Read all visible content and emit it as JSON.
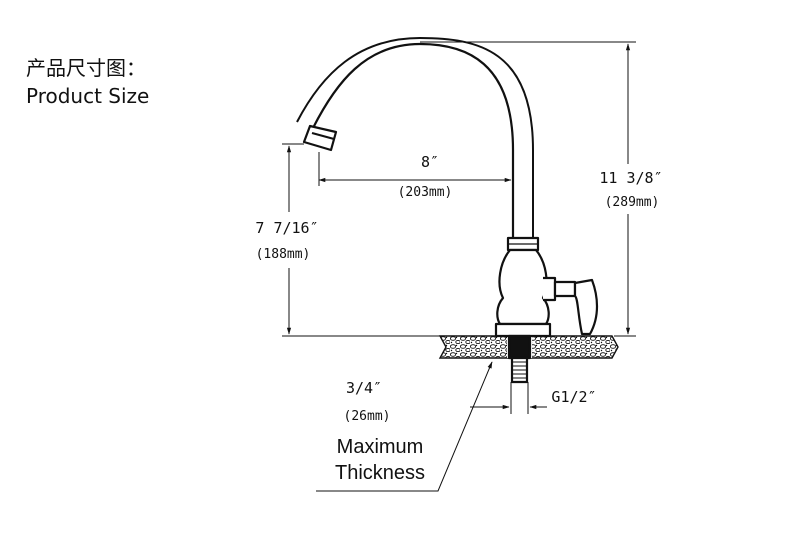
{
  "header": {
    "title_zh": "产品尺寸图：",
    "title_en": "Product Size"
  },
  "dimensions": {
    "spout_reach": {
      "inch": "8″",
      "mm": "(203mm)"
    },
    "total_height": {
      "inch": "11 3/8″",
      "mm": "(289mm)"
    },
    "spout_height": {
      "inch": "7 7/16″",
      "mm": "(188mm)"
    },
    "max_thickness": {
      "inch": "3/4″",
      "mm": "(26mm)",
      "label_line1": "Maximum",
      "label_line2": "Thickness"
    },
    "thread": {
      "label": "G1/2″"
    }
  },
  "colors": {
    "line": "#111111",
    "background": "#ffffff"
  }
}
